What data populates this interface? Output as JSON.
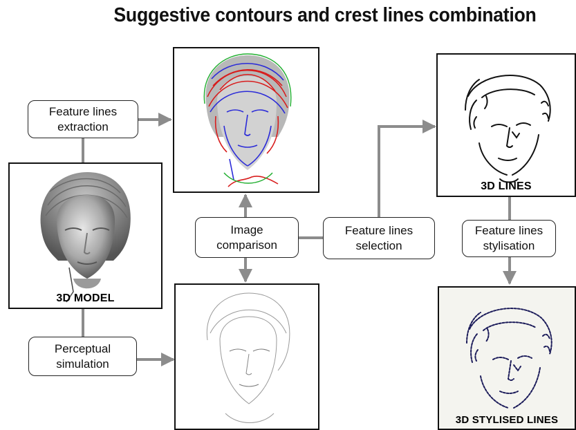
{
  "title": "Suggestive contours and crest lines combination",
  "process_steps": {
    "extraction": {
      "line1": "Feature lines",
      "line2": "extraction"
    },
    "perceptual": {
      "line1": "Perceptual",
      "line2": "simulation"
    },
    "comparison": {
      "line1": "Image",
      "line2": "comparison"
    },
    "selection": {
      "line1": "Feature lines",
      "line2": "selection"
    },
    "stylisation": {
      "line1": "Feature lines",
      "line2": "stylisation"
    }
  },
  "panels": {
    "model": {
      "caption": "3D MODEL"
    },
    "lines_3d": {
      "caption": "3D LINES"
    },
    "stylised": {
      "caption": "3D STYLISED LINES"
    }
  },
  "colors": {
    "connector": "#8c8c8c",
    "crest_lines": "#d81c1c",
    "suggestive_contours": "#2b2bd8",
    "silhouette": "#1fae2e"
  }
}
